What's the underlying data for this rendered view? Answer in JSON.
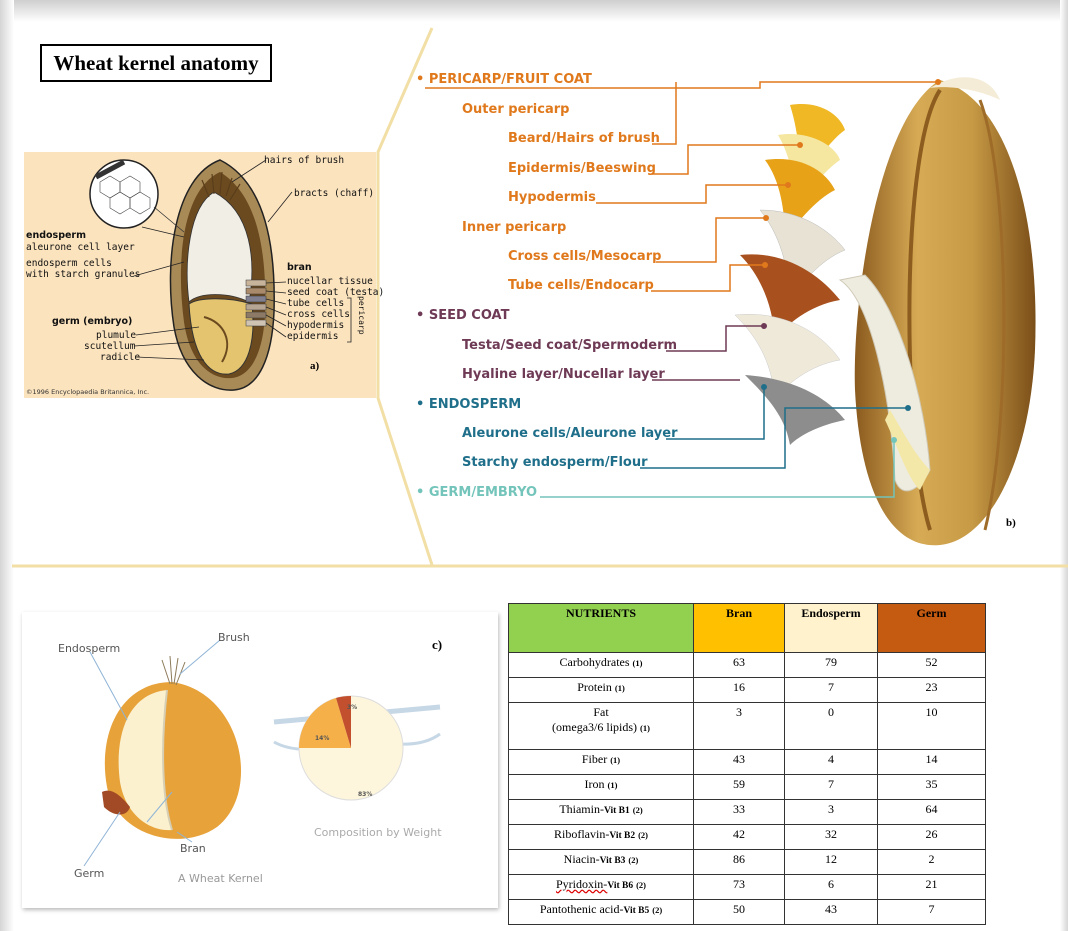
{
  "title": "Wheat kernel anatomy",
  "figure_a": {
    "panel_label": "a)",
    "labels": {
      "hairs_of_brush": "hairs of brush",
      "bracts": "bracts (chaff)",
      "endosperm": "endosperm",
      "aleurone": "aleurone cell layer",
      "endosperm_cells_1": "endosperm cells",
      "endosperm_cells_2": "with starch granules",
      "bran": "bran",
      "nucellar": "nucellar tissue",
      "seed_coat": "seed coat (testa)",
      "tube": "tube cells",
      "cross": "cross cells",
      "hypodermis": "hypodermis",
      "epidermis": "epidermis",
      "pericarp": "pericarp",
      "germ": "germ (embryo)",
      "plumule": "plumule",
      "scutellum": "scutellum",
      "radicle": "radicle"
    },
    "copyright": "©1996 Encyclopaedia Britannica, Inc."
  },
  "figure_b": {
    "panel_label": "b)",
    "labels": {
      "pericarp": "• PERICARP/FRUIT COAT",
      "outer": "Outer pericarp",
      "beard": "Beard/Hairs of brush",
      "epidermis": "Epidermis/Beeswing",
      "hypodermis": "Hypodermis",
      "inner": "Inner pericarp",
      "cross": "Cross cells/Mesocarp",
      "tube": "Tube cells/Endocarp",
      "seedcoat": "• SEED COAT",
      "testa": "Testa/Seed coat/Spermoderm",
      "hyaline": "Hyaline layer/Nucellar layer",
      "endosperm": "• ENDOSPERM",
      "aleurone": "Aleurone cells/Aleurone layer",
      "starchy": "Starchy endosperm/Flour",
      "germ": "• GERM/EMBRYO"
    }
  },
  "figure_c": {
    "panel_label": "c)",
    "labels": {
      "endosperm": "Endosperm",
      "brush": "Brush",
      "bran": "Bran",
      "germ": "Germ",
      "kernel_caption": "A Wheat Kernel",
      "composition_caption": "Composition by Weight"
    },
    "pie": [
      {
        "label": "83%",
        "value": 83,
        "color": "#fdf6dc"
      },
      {
        "label": "14%",
        "value": 14,
        "color": "#f6b04a"
      },
      {
        "label": "3%",
        "value": 3,
        "color": "#c2502e"
      }
    ]
  },
  "table": {
    "headers": {
      "nutrients": "NUTRIENTS",
      "bran": "Bran",
      "endosperm": "Endosperm",
      "germ": "Germ"
    },
    "header_colors": {
      "nutrients": "#92d050",
      "bran": "#ffc000",
      "endosperm": "#fff2cc",
      "germ": "#c55a11"
    },
    "rows": [
      {
        "name": "Carbohydrates",
        "vit": "",
        "ref": "(1)",
        "bran": "63",
        "endosperm": "79",
        "germ": "52"
      },
      {
        "name": "Protein",
        "vit": "",
        "ref": "(1)",
        "bran": "16",
        "endosperm": "7",
        "germ": "23"
      },
      {
        "name": "Fat",
        "name2": "(omega3/6 lipids)",
        "vit": "",
        "ref": "(1)",
        "bran": "3",
        "endosperm": "0",
        "germ": "10"
      },
      {
        "name": "Fiber",
        "vit": "",
        "ref": "(1)",
        "bran": "43",
        "endosperm": "4",
        "germ": "14"
      },
      {
        "name": "Iron",
        "vit": "",
        "ref": "(1)",
        "bran": "59",
        "endosperm": "7",
        "germ": "35"
      },
      {
        "name": "Thiamin-",
        "vit": "Vit B1",
        "ref": "(2)",
        "bran": "33",
        "endosperm": "3",
        "germ": "64"
      },
      {
        "name": "Riboflavin-",
        "vit": "Vit B2",
        "ref": "(2)",
        "bran": "42",
        "endosperm": "32",
        "germ": "26"
      },
      {
        "name": "Niacin-",
        "vit": "Vit B3",
        "ref": "(2)",
        "bran": "86",
        "endosperm": "12",
        "germ": "2"
      },
      {
        "name": "Pyridoxin-",
        "vit": "Vit B6",
        "ref": "(2)",
        "bran": "73",
        "endosperm": "6",
        "germ": "21"
      },
      {
        "name": "Pantothenic acid-",
        "vit": "Vit B5",
        "ref": "(2)",
        "bran": "50",
        "endosperm": "43",
        "germ": "7"
      }
    ]
  }
}
